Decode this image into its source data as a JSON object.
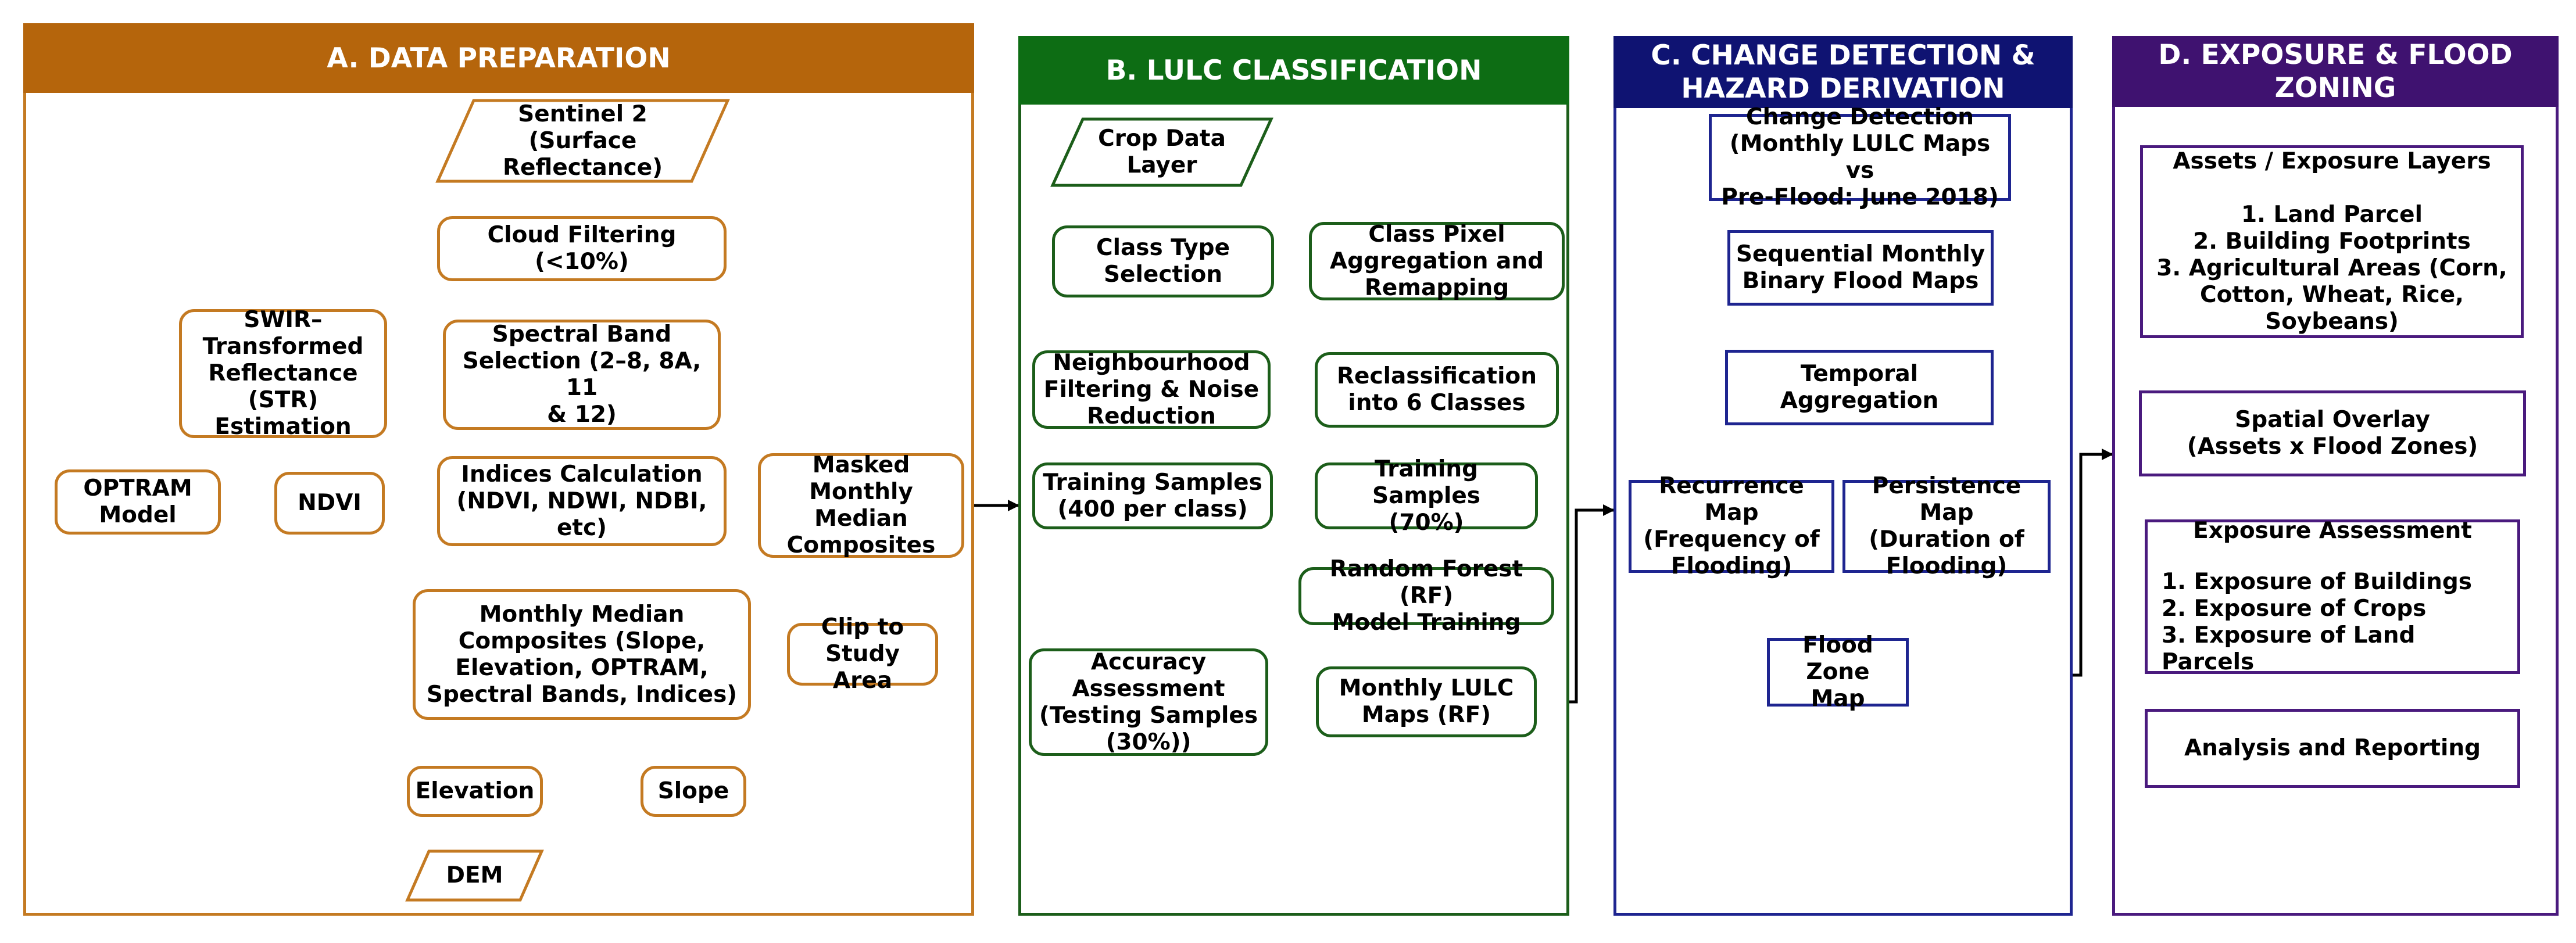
{
  "colors": {
    "orange": "#c47a22",
    "orange_header": "#b5650c",
    "green": "#1c5e1a",
    "green_header": "#0d6d14",
    "navy": "#1e2590",
    "navy_header": "#0f1372",
    "purple": "#4a1a7e",
    "purple_header": "#3f1270"
  },
  "panels": {
    "a": {
      "title": "A. DATA PREPARATION"
    },
    "b": {
      "title": "B. LULC CLASSIFICATION"
    },
    "c": {
      "title": "C. CHANGE DETECTION &\nHAZARD DERIVATION"
    },
    "d": {
      "title": "D. EXPOSURE & FLOOD\nZONING"
    }
  },
  "nodes": {
    "sentinel2": "Sentinel 2\n(Surface\nReflectance)",
    "cloud_filtering": "Cloud Filtering\n(<10%)",
    "spectral_band": "Spectral Band\nSelection (2–8, 8A, 11\n& 12)",
    "str": "SWIR–\nTransformed\nReflectance\n(STR)\nEstimation",
    "indices": "Indices Calculation\n(NDVI, NDWI, NDBI,\netc)",
    "optram": "OPTRAM\nModel",
    "ndvi": "NDVI",
    "monthly_median": "Monthly Median\nComposites (Slope,\nElevation, OPTRAM,\nSpectral Bands, Indices)",
    "elevation": "Elevation",
    "slope": "Slope",
    "dem": "DEM",
    "clip": "Clip to\nStudy Area",
    "masked": "Masked Monthly\nMedian\nComposites",
    "crop_data": "Crop Data\nLayer",
    "class_type": "Class Type\nSelection",
    "class_pixel": "Class Pixel\nAggregation and\nRemapping",
    "reclass": "Reclassification\ninto 6 Classes",
    "neighbourhood": "Neighbourhood\nFiltering & Noise\nReduction",
    "train400": "Training Samples\n(400 per class)",
    "train70": "Training Samples\n(70%)",
    "rf": "Random Forest (RF)\nModel Training",
    "lulc_maps": "Monthly LULC\nMaps (RF)",
    "accuracy": "Accuracy\nAssessment\n(Testing Samples\n(30%))",
    "change_detection": "Change Detection\n(Monthly LULC Maps vs\nPre-Flood: June 2018)",
    "sequential": "Sequential Monthly\nBinary Flood Maps",
    "temporal": "Temporal\nAggregation",
    "recurrence": "Recurrence Map\n(Frequency of\nFlooding)",
    "persistence": "Persistence Map\n(Duration of\nFlooding)",
    "flood_zone": "Flood Zone\nMap",
    "assets": "Assets / Exposure Layers\n\n1. Land Parcel\n2. Building Footprints\n3. Agricultural Areas (Corn,\nCotton, Wheat, Rice,\nSoybeans)",
    "overlay": "Spatial Overlay\n(Assets x Flood Zones)",
    "exposure_title": "Exposure Assessment",
    "exposure_items": "1. Exposure of Buildings\n2. Exposure of Crops\n3. Exposure of Land Parcels",
    "analysis": "Analysis and Reporting"
  }
}
